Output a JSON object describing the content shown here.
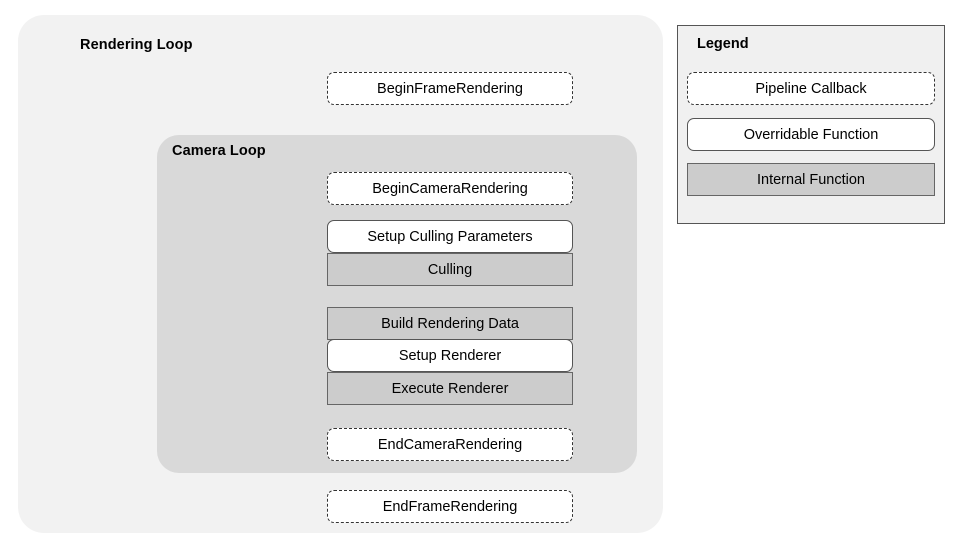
{
  "diagram": {
    "outer_container": {
      "title": "Rendering Loop",
      "fill": "#f2f2f2"
    },
    "inner_container": {
      "title": "Camera Loop",
      "fill": "#d9d9d9"
    },
    "nodes": [
      {
        "label": "BeginFrameRendering",
        "kind": "callback",
        "scope": "rendering-loop"
      },
      {
        "label": "BeginCameraRendering",
        "kind": "callback",
        "scope": "camera-loop"
      },
      {
        "label": "Setup Culling Parameters",
        "kind": "overridable",
        "scope": "camera-loop"
      },
      {
        "label": "Culling",
        "kind": "internal",
        "scope": "camera-loop"
      },
      {
        "label": "Build Rendering Data",
        "kind": "internal",
        "scope": "camera-loop"
      },
      {
        "label": "Setup Renderer",
        "kind": "overridable",
        "scope": "camera-loop"
      },
      {
        "label": "Execute Renderer",
        "kind": "internal",
        "scope": "camera-loop"
      },
      {
        "label": "EndCameraRendering",
        "kind": "callback",
        "scope": "camera-loop"
      },
      {
        "label": "EndFrameRendering",
        "kind": "callback",
        "scope": "rendering-loop"
      }
    ]
  },
  "legend": {
    "title": "Legend",
    "items": [
      {
        "label": "Pipeline Callback",
        "kind": "callback",
        "fill": "#ffffff",
        "border": "dashed"
      },
      {
        "label": "Overridable Function",
        "kind": "overridable",
        "fill": "#ffffff",
        "border": "solid-rounded"
      },
      {
        "label": "Internal Function",
        "kind": "internal",
        "fill": "#cccccc",
        "border": "solid-square"
      }
    ]
  },
  "colors": {
    "outer_fill": "#f2f2f2",
    "inner_fill": "#d9d9d9",
    "internal_fill": "#cccccc",
    "legend_fill": "#f0f0f0",
    "stroke": "#555555",
    "text": "#000000"
  }
}
